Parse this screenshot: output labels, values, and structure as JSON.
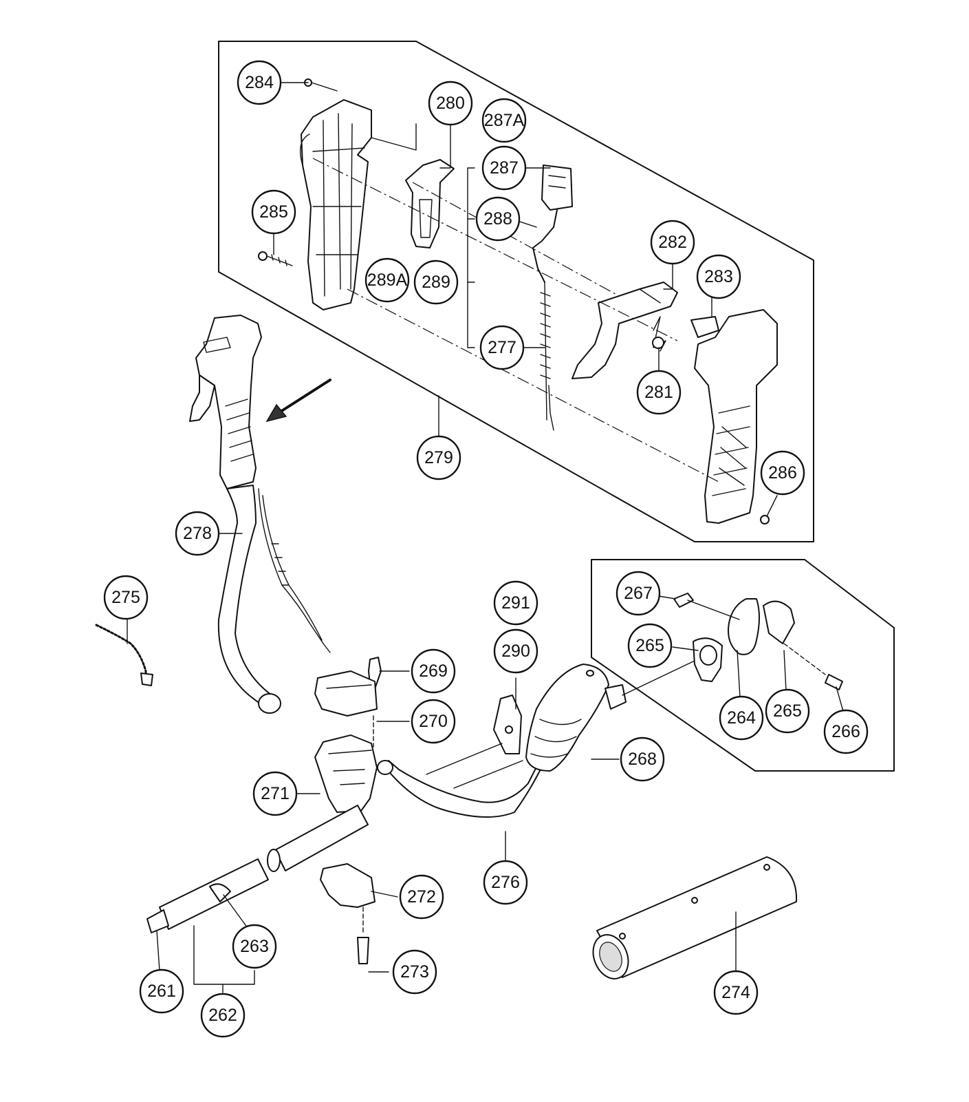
{
  "labels": {
    "p261": "261",
    "p262": "262",
    "p263": "263",
    "p264": "264",
    "p265a": "265",
    "p265b": "265",
    "p266": "266",
    "p267": "267",
    "p268": "268",
    "p269": "269",
    "p270": "270",
    "p271": "271",
    "p272": "272",
    "p273": "273",
    "p274": "274",
    "p275": "275",
    "p276": "276",
    "p277": "277",
    "p278": "278",
    "p279": "279",
    "p280": "280",
    "p281": "281",
    "p282": "282",
    "p283": "283",
    "p284": "284",
    "p285": "285",
    "p286": "286",
    "p287": "287",
    "p287A": "287A",
    "p288": "288",
    "p289": "289",
    "p289A": "289A",
    "p290": "290",
    "p291": "291"
  }
}
